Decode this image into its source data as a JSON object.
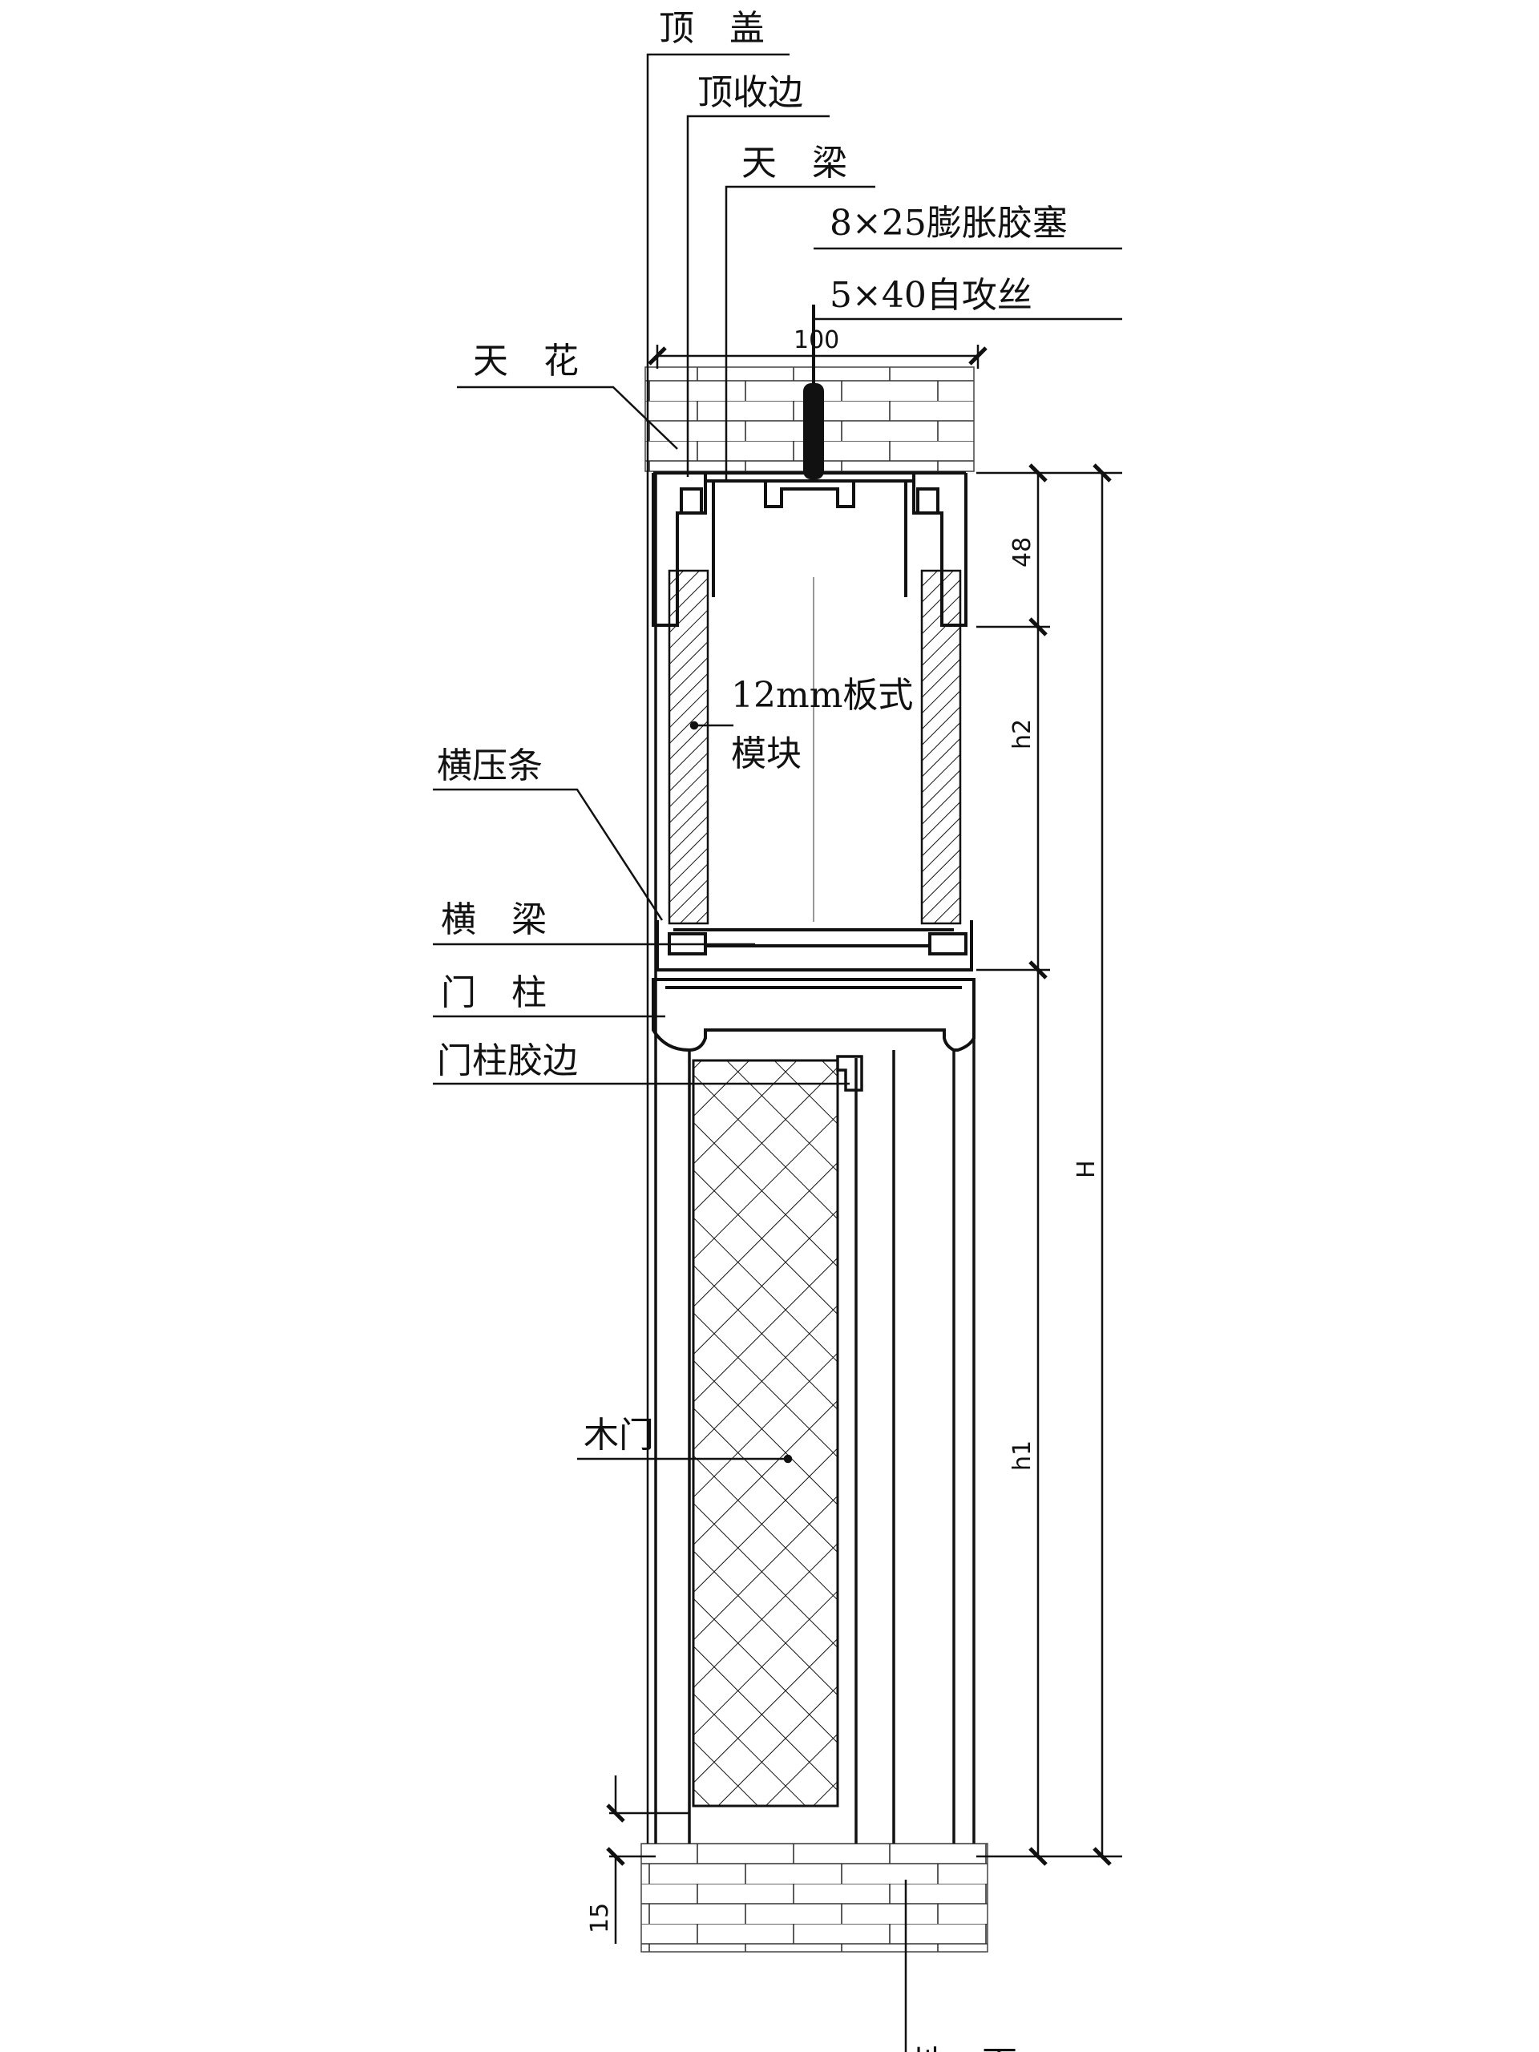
{
  "labels": {
    "top_cover": "顶　盖",
    "top_trim": "顶收边",
    "top_beam": "天　梁",
    "anchor": "8×25膨胀胶塞",
    "screw": "5×40自攻丝",
    "ceiling": "天　花",
    "panel_line1": "12mm板式",
    "panel_line2": "模块",
    "h_press_strip": "横压条",
    "h_beam": "横　梁",
    "door_post": "门　柱",
    "post_gasket": "门柱胶边",
    "wood_door": "木门",
    "floor": "地　面"
  },
  "dimensions": {
    "width": "100",
    "top": "48",
    "h2": "h2",
    "h1": "h1",
    "H": "H",
    "gap": "15"
  },
  "colors": {
    "line": "#111111",
    "background": "#ffffff"
  }
}
